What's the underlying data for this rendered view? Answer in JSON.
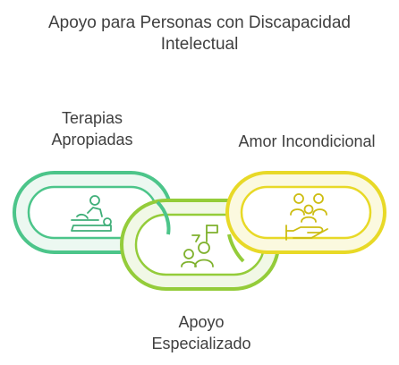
{
  "title": {
    "line1": "Apoyo para Personas con Discapacidad",
    "line2": "Intelectual"
  },
  "links": [
    {
      "label_lines": [
        "Terapias",
        "Apropiadas"
      ],
      "color": "#4cc58a",
      "fill": "#ecf8f1",
      "icon": "therapy-massage-icon"
    },
    {
      "label_lines": [
        "Apoyo",
        "Especializado"
      ],
      "color": "#94cc3a",
      "fill": "#f1f8e6",
      "icon": "specialist-team-icon"
    },
    {
      "label_lines": [
        "Amor Incondicional"
      ],
      "color": "#e8d927",
      "fill": "#fbf9df",
      "icon": "caring-hand-family-icon"
    }
  ]
}
